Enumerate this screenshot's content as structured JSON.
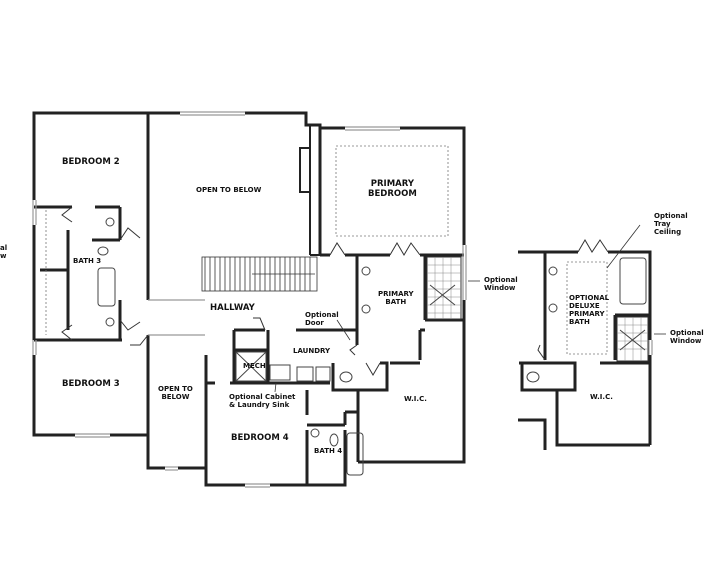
{
  "plan": {
    "rooms": {
      "bedroom2": "BEDROOM 2",
      "open_to_below_top": "OPEN TO BELOW",
      "primary_bedroom_1": "PRIMARY",
      "primary_bedroom_2": "BEDROOM",
      "bath3": "BATH 3",
      "hallway": "HALLWAY",
      "primary_bath_1": "PRIMARY",
      "primary_bath_2": "BATH",
      "laundry": "LAUNDRY",
      "mech": "MECH",
      "bedroom3": "BEDROOM 3",
      "open_to_below_left_1": "OPEN TO",
      "open_to_below_left_2": "BELOW",
      "wic": "W.I.C.",
      "bedroom4": "BEDROOM 4",
      "bath4": "BATH 4"
    },
    "notes": {
      "optional_door_1": "Optional",
      "optional_door_2": "Door",
      "optional_window_1": "Optional",
      "optional_window_2": "Window",
      "optional_cabinet_1": "Optional Cabinet",
      "optional_cabinet_2": "& Laundry Sink",
      "cut_left_1": "al",
      "cut_left_2": "w"
    }
  },
  "alt_plan": {
    "rooms": {
      "deluxe_1": "OPTIONAL",
      "deluxe_2": "DELUXE",
      "deluxe_3": "PRIMARY",
      "deluxe_4": "BATH",
      "wic": "W.I.C."
    },
    "notes": {
      "tray_1": "Optional",
      "tray_2": "Tray",
      "tray_3": "Ceiling",
      "window_1": "Optional",
      "window_2": "Window"
    }
  }
}
